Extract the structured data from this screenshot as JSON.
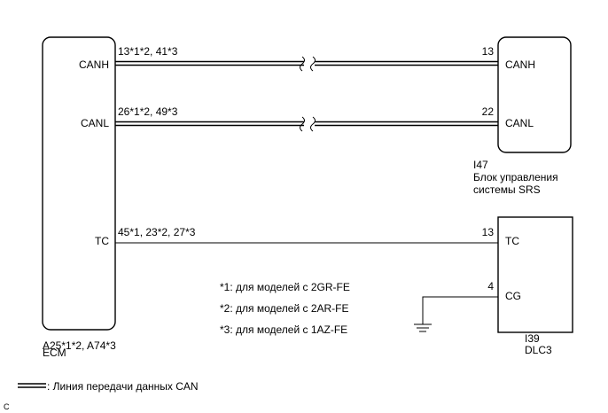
{
  "ecm": {
    "connector_label": "A25*1*2, A74*3",
    "name": "ECM",
    "pins": {
      "canh": "CANH",
      "canl": "CANL",
      "tc": "TC"
    }
  },
  "srs": {
    "connector": "I47",
    "name_line1": "Блок управления",
    "name_line2": "системы SRS",
    "pins": {
      "canh": "CANH",
      "canl": "CANL"
    }
  },
  "dlc3": {
    "connector": "I39",
    "name": "DLC3",
    "pins": {
      "tc": "TC",
      "cg": "CG"
    }
  },
  "wires": {
    "canh_ecm_pins": "13*1*2, 41*3",
    "canh_srs_pin": "13",
    "canl_ecm_pins": "26*1*2, 49*3",
    "canl_srs_pin": "22",
    "tc_ecm_pins": "45*1, 23*2, 27*3",
    "tc_dlc_pin": "13",
    "cg_dlc_pin": "4"
  },
  "notes": [
    "*1: для моделей с 2GR-FE",
    "*2: для моделей с 2AR-FE",
    "*3: для моделей с 1AZ-FE"
  ],
  "legend": {
    "can_line": ": Линия передачи данных CAN"
  },
  "corner_mark": "C"
}
